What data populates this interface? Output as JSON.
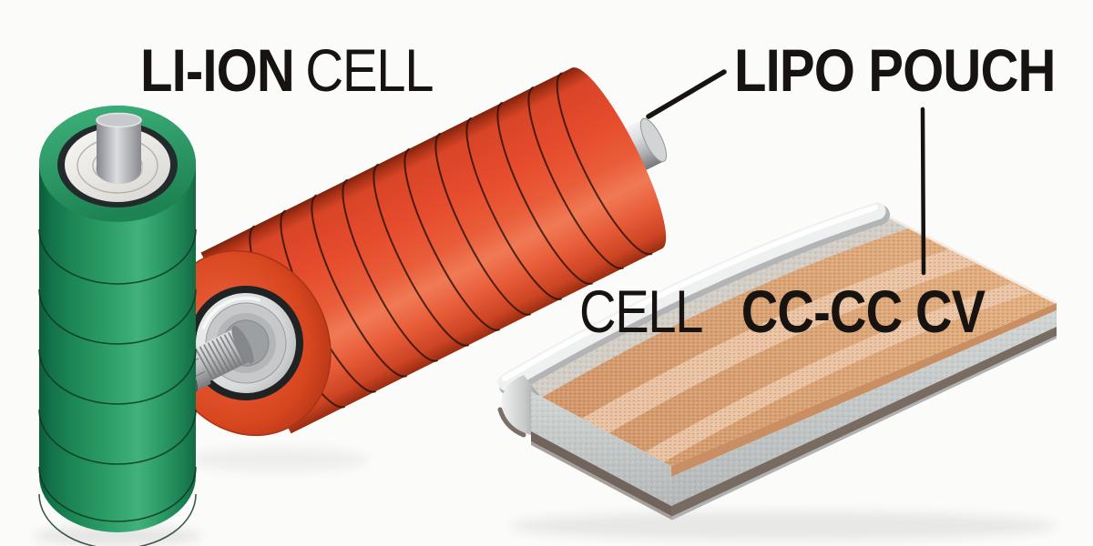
{
  "scene": {
    "background_color": "#fbfbfa",
    "kind": "battery-formats-illustration"
  },
  "labels": {
    "li_ion": {
      "primary": "LI-ION",
      "secondary": "CELL"
    },
    "lipo": {
      "primary": "LIPO POUCH"
    },
    "pouch": {
      "secondary": "CELL",
      "primary": "CC-CC CV"
    }
  },
  "objects": [
    {
      "icon": "green-cylindrical-cell-icon",
      "color": "#2b9c66"
    },
    {
      "icon": "red-wound-cylindrical-cell-icon",
      "color": "#e54b2c"
    },
    {
      "icon": "tan-lipo-pouch-cell-icon",
      "color": "#d9a073"
    }
  ],
  "colors": {
    "label_text": "#171310",
    "leader_line": "#171310",
    "green_cell": "#2b9c66",
    "red_cell": "#e54b2c",
    "pouch_top": "#d9a073",
    "pouch_stripe": "#ecc8ab",
    "pouch_side": "#c4c8c8",
    "silver": "#cfd1d3"
  }
}
